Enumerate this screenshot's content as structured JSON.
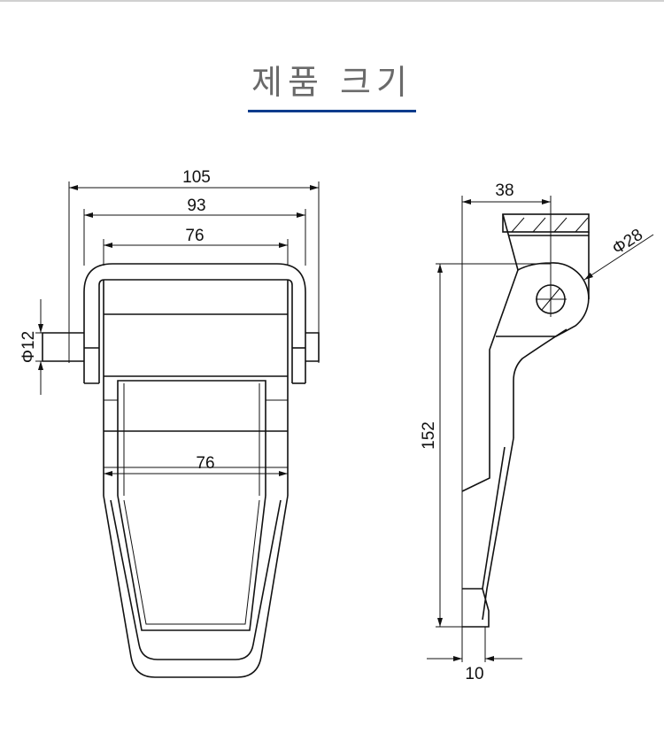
{
  "header": {
    "title": "제품 크기",
    "accent_color": "#0b3c8c"
  },
  "drawing": {
    "front_view": {
      "dim_overall_width": "105",
      "dim_bail_width": "93",
      "dim_body_width": "76",
      "dim_pin_diameter": "Φ12",
      "dim_latch_width": "76"
    },
    "side_view": {
      "dim_pivot_offset": "38",
      "dim_lug_diameter": "Φ28",
      "dim_height": "152",
      "dim_thickness": "10"
    }
  }
}
